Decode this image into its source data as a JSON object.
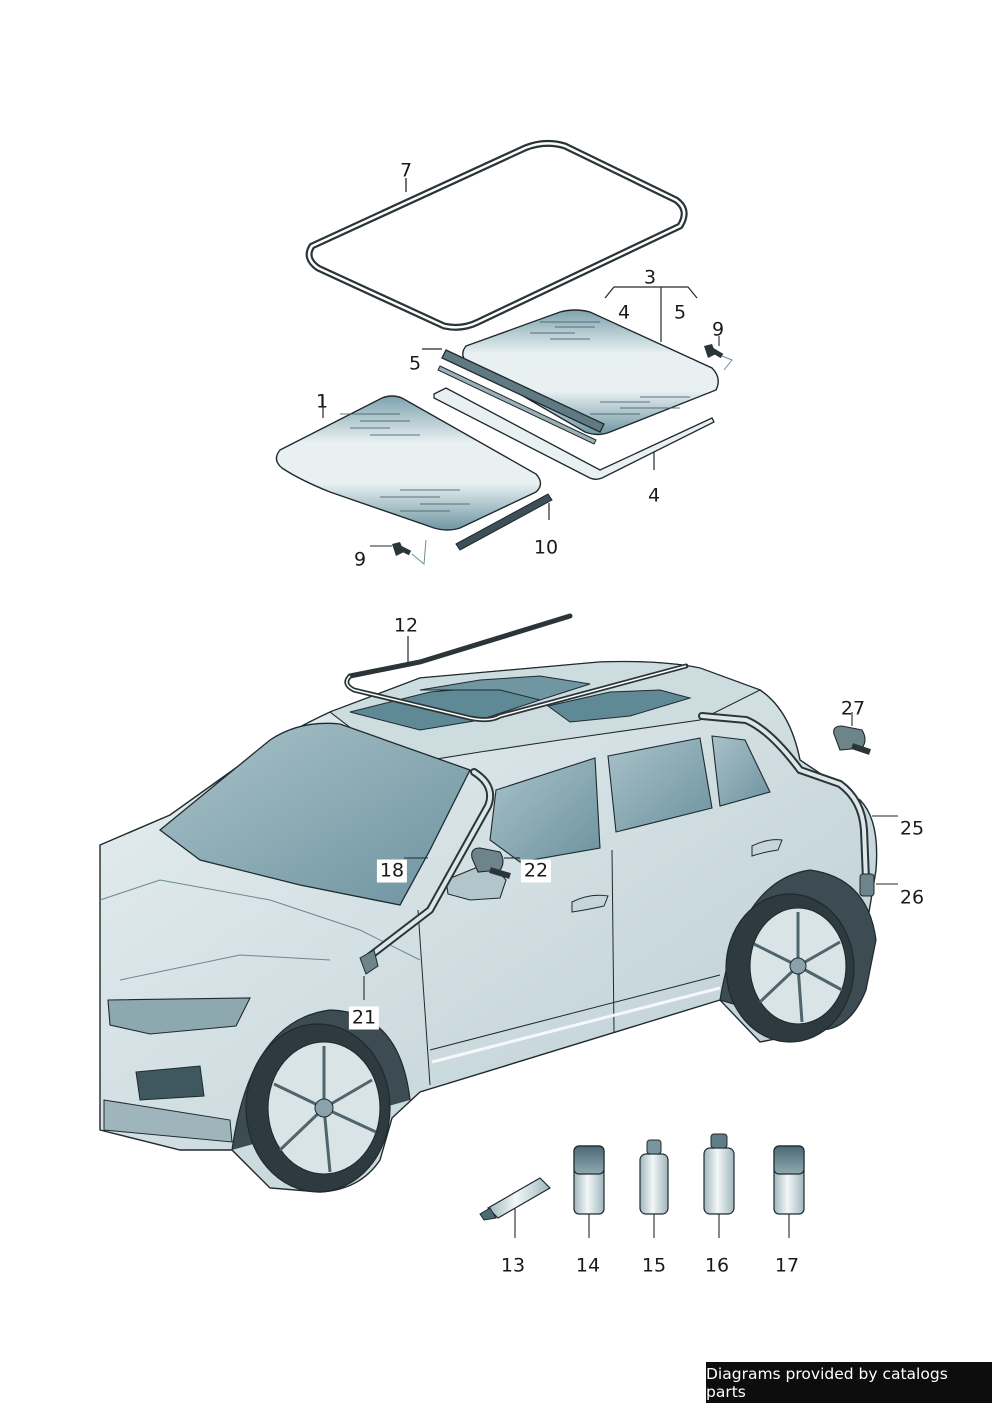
{
  "callouts": [
    {
      "id": "c7",
      "text": "7"
    },
    {
      "id": "c3",
      "text": "3"
    },
    {
      "id": "c4a",
      "text": "4"
    },
    {
      "id": "c5a",
      "text": "5"
    },
    {
      "id": "c9a",
      "text": "9"
    },
    {
      "id": "c5b",
      "text": "5"
    },
    {
      "id": "c1",
      "text": "1"
    },
    {
      "id": "c4b",
      "text": "4"
    },
    {
      "id": "c10",
      "text": "10"
    },
    {
      "id": "c9b",
      "text": "9"
    },
    {
      "id": "c12",
      "text": "12"
    },
    {
      "id": "c27",
      "text": "27"
    },
    {
      "id": "c25",
      "text": "25"
    },
    {
      "id": "c18",
      "text": "18"
    },
    {
      "id": "c22",
      "text": "22"
    },
    {
      "id": "c26",
      "text": "26"
    },
    {
      "id": "c21",
      "text": "21"
    },
    {
      "id": "c13",
      "text": "13"
    },
    {
      "id": "c14",
      "text": "14"
    },
    {
      "id": "c15",
      "text": "15"
    },
    {
      "id": "c16",
      "text": "16"
    },
    {
      "id": "c17",
      "text": "17"
    }
  ],
  "credit": "Diagrams provided by catalogs parts",
  "colors": {
    "glass_dark": "#5f8a95",
    "glass_light": "#e6eef0",
    "body_fill": "#dfe9ec",
    "body_shade": "#b9ccd2",
    "outline": "#1f2a2e",
    "seal": "#2b3538"
  }
}
